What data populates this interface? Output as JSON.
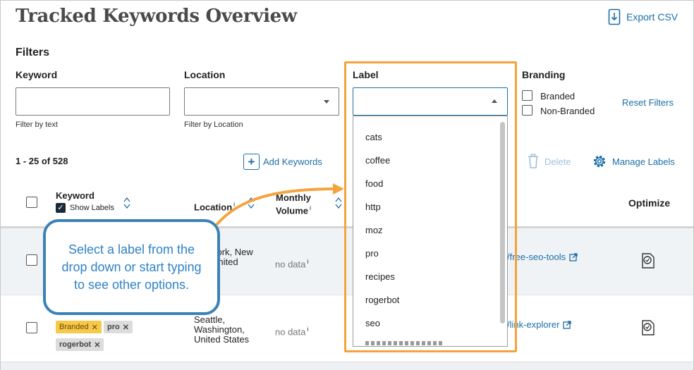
{
  "header": {
    "title": "Tracked Keywords Overview",
    "export_label": "Export CSV"
  },
  "filters": {
    "title": "Filters",
    "keyword": {
      "label": "Keyword",
      "value": "",
      "hint": "Filter by text"
    },
    "location": {
      "label": "Location",
      "value": "",
      "hint": "Filter by Location"
    },
    "label": {
      "label": "Label",
      "value": ""
    },
    "branding": {
      "label": "Branding",
      "options": [
        "Branded",
        "Non-Branded"
      ]
    },
    "reset_label": "Reset Filters"
  },
  "toolbar": {
    "count": "1 - 25 of 528",
    "add_label": "Add Keywords",
    "delete_label": "Delete",
    "manage_label": "Manage Labels"
  },
  "table": {
    "headers": {
      "keyword": "Keyword",
      "show_labels": "Show Labels",
      "location": "Location",
      "volume_1": "Monthly",
      "volume_2": "Volume",
      "optimize": "Optimize"
    },
    "rows": [
      {
        "location_1": "York, New",
        "location_2": "United",
        "volume": "no data",
        "url": "/free-seo-tools"
      },
      {
        "location_1": "Seattle,",
        "location_2": "Washington,",
        "location_3": "United States",
        "volume": "no data",
        "url": "/link-explorer",
        "tags": [
          "Branded",
          "pro",
          "rogerbot"
        ]
      }
    ]
  },
  "dropdown": {
    "options": [
      "cats",
      "coffee",
      "food",
      "http",
      "moz",
      "pro",
      "recipes",
      "rogerbot",
      "seo"
    ]
  },
  "callout": {
    "text": "Select a label from the drop down or start typing to see other options."
  },
  "colors": {
    "accent": "#1b6ea8",
    "highlight": "#f5a33c",
    "callout_border": "#3a82b6",
    "callout_text": "#2f82c6",
    "tag_branded": "#f7c84a"
  }
}
